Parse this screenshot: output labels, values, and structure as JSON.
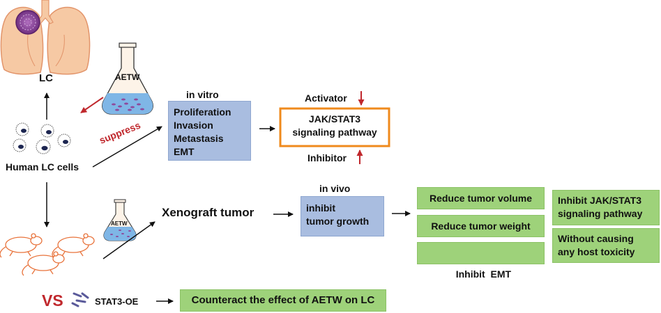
{
  "labels": {
    "lc": "LC",
    "human_cells": "Human LC cells",
    "suppress": "suppress",
    "aetw_flask_top": "AETW",
    "aetw_flask_bottom": "AETW",
    "in_vitro": "in vitro",
    "in_vivo": "in vivo",
    "xenograft": "Xenograft tumor",
    "activator": "Activator",
    "inhibitor": "Inhibitor",
    "vs": "VS",
    "stat3_oe": "STAT3-OE"
  },
  "in_vitro_box": [
    "Proliferation",
    "Invasion",
    "Metastasis",
    "EMT"
  ],
  "jak_box": [
    "JAK/STAT3",
    "signaling pathway"
  ],
  "in_vivo_box": [
    "inhibit",
    "tumor growth"
  ],
  "results_left": [
    "Reduce tumor volume",
    "Reduce tumor weight",
    "Inhibit  EMT"
  ],
  "results_right": [
    [
      "Inhibit JAK/STAT3",
      "signaling pathway"
    ],
    [
      "Without causing",
      "any host toxicity"
    ]
  ],
  "counteract": "Counteract the effect of AETW on LC",
  "colors": {
    "red": "#c0282d",
    "orange": "#ef8a1c",
    "blue_box": "#a9bde0",
    "green_box": "#9ed27a",
    "lung": "#f6c9a4",
    "lung_stroke": "#e2946a",
    "tumor": "#8e4a9c",
    "liquid": "#7fb6e6"
  }
}
